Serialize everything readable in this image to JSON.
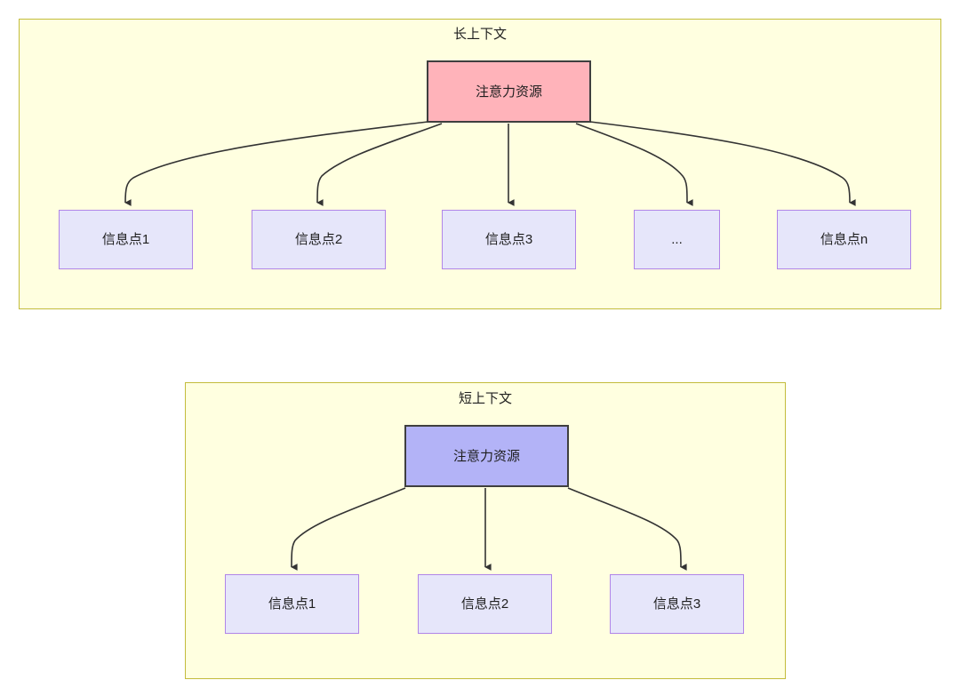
{
  "diagram": {
    "type": "flow-diagram",
    "background": "#ffffff",
    "colors": {
      "group_fill": "#ffffe0",
      "group_border": "#c3bc3c",
      "root_long_fill": "#ffb3ba",
      "root_short_fill": "#b3b3f7",
      "root_border": "#3f3f3f",
      "info_fill": "#e6e6fa",
      "info_border": "#b085e8",
      "edge_color": "#333333",
      "text_color": "#1f1f1f"
    }
  },
  "groups": [
    {
      "id": "long-context",
      "title": "长上下文",
      "root": {
        "label": "注意力资源"
      },
      "nodes": [
        {
          "label": "信息点1"
        },
        {
          "label": "信息点2"
        },
        {
          "label": "信息点3"
        },
        {
          "label": "..."
        },
        {
          "label": "信息点n"
        }
      ]
    },
    {
      "id": "short-context",
      "title": "短上下文",
      "root": {
        "label": "注意力资源"
      },
      "nodes": [
        {
          "label": "信息点1"
        },
        {
          "label": "信息点2"
        },
        {
          "label": "信息点3"
        }
      ]
    }
  ]
}
